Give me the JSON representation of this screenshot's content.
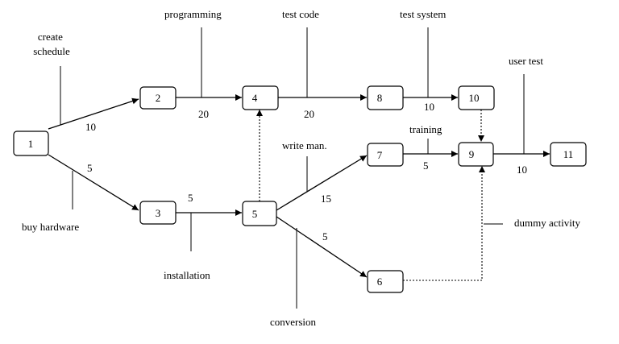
{
  "nodes": [
    {
      "id": "1",
      "label": "1"
    },
    {
      "id": "2",
      "label": "2"
    },
    {
      "id": "3",
      "label": "3"
    },
    {
      "id": "4",
      "label": "4"
    },
    {
      "id": "5",
      "label": "5"
    },
    {
      "id": "6",
      "label": "6"
    },
    {
      "id": "7",
      "label": "7"
    },
    {
      "id": "8",
      "label": "8"
    },
    {
      "id": "9",
      "label": "9"
    },
    {
      "id": "10",
      "label": "10"
    },
    {
      "id": "11",
      "label": "11"
    }
  ],
  "edges": [
    {
      "from": "1",
      "to": "2",
      "duration": "10",
      "activity": [
        "create",
        "schedule"
      ]
    },
    {
      "from": "1",
      "to": "3",
      "duration": "5",
      "activity": [
        "buy hardware"
      ]
    },
    {
      "from": "2",
      "to": "4",
      "duration": "20",
      "activity": [
        "programming"
      ]
    },
    {
      "from": "3",
      "to": "5",
      "duration": "5",
      "activity": [
        "installation"
      ]
    },
    {
      "from": "4",
      "to": "8",
      "duration": "20",
      "activity": [
        "test code"
      ]
    },
    {
      "from": "8",
      "to": "10",
      "duration": "10",
      "activity": [
        "test system"
      ]
    },
    {
      "from": "5",
      "to": "7",
      "duration": "15",
      "activity": [
        "write man."
      ]
    },
    {
      "from": "5",
      "to": "6",
      "duration": "5",
      "activity": [
        "conversion"
      ]
    },
    {
      "from": "7",
      "to": "9",
      "duration": "5",
      "activity": [
        "training"
      ]
    },
    {
      "from": "9",
      "to": "11",
      "duration": "10",
      "activity": [
        "user test"
      ]
    }
  ],
  "dummy_edges": [
    {
      "from": "5",
      "to": "4"
    },
    {
      "from": "10",
      "to": "9"
    },
    {
      "from": "6",
      "to": "9",
      "activity": [
        "dummy activity"
      ]
    }
  ]
}
